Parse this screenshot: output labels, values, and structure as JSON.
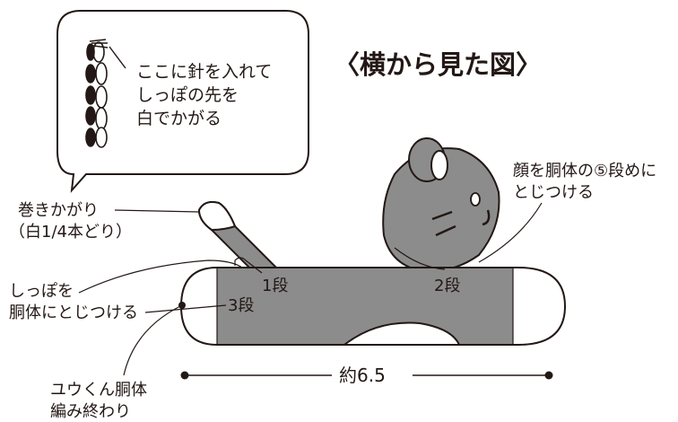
{
  "title": "〈横から見た図〉",
  "callout": {
    "line1": "ここに針を入れて",
    "line2": "しっぽの先を",
    "line3": "白でかがる"
  },
  "labels": {
    "whip_stitch_1": "巻きかがり",
    "whip_stitch_2": "（白1/4本どり）",
    "tail_1": "しっぽを",
    "tail_2": "胴体にとじつける",
    "end_1": "ユウくん胴体",
    "end_2": "編み終わり",
    "face_1": "顔を胴体の⑤段めに",
    "face_2": "とじつける",
    "row1": "1段",
    "row2": "2段",
    "row3": "3段",
    "dimension": "約6.5"
  },
  "colors": {
    "gray": "#8c8c8c",
    "ink": "#231815",
    "paper": "#ffffff"
  }
}
